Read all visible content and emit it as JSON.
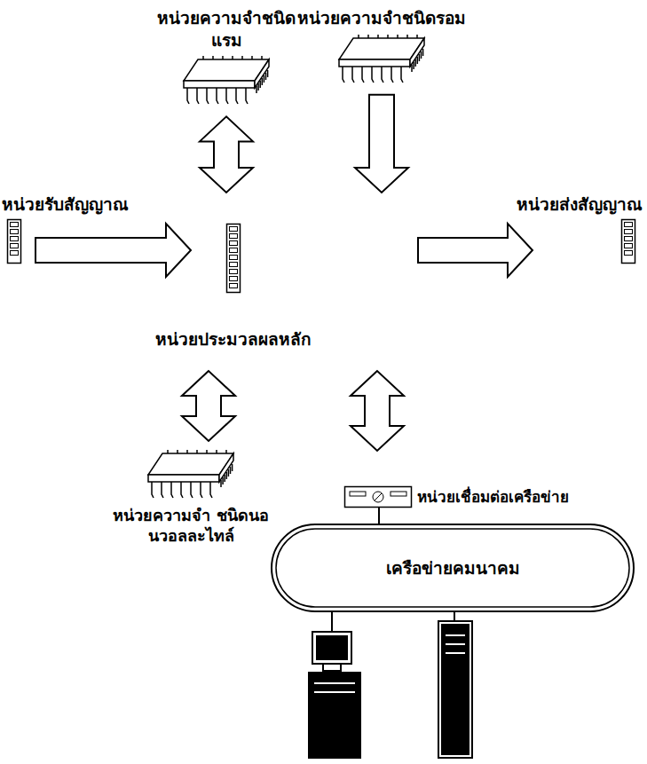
{
  "diagram": {
    "nodes": [
      {
        "text": [
          "หน่วยความจำชนิดแรม"
        ]
      },
      {
        "text": [
          "หน่วยความจำชนิดรอม"
        ]
      },
      {
        "text": [
          "หน่วยรับสัญญาณ"
        ]
      },
      {
        "text": [
          "หน่วยประมวลผลหลัก"
        ]
      },
      {
        "text": [
          "หน่วยส่งสัญญาณ"
        ]
      },
      {
        "text": [
          "หน่วยความจำ ชนิดนอนวอลละไทล์"
        ]
      },
      {
        "text": [
          "หน่วยเชื่อมต่อเครือข่าย"
        ]
      },
      {
        "text": [
          "เครือข่ายคมนาคม"
        ]
      }
    ],
    "edges": [
      {
        "from": 0,
        "to": 3,
        "arrow": "both"
      },
      {
        "from": 1,
        "to": 3,
        "arrow": "to"
      },
      {
        "from": 2,
        "to": 3,
        "arrow": "to"
      },
      {
        "from": 3,
        "to": 4,
        "arrow": "to"
      },
      {
        "from": 3,
        "to": 5,
        "arrow": "both"
      },
      {
        "from": 3,
        "to": 6,
        "arrow": "both"
      },
      {
        "from": 6,
        "to": 7,
        "arrow": "none"
      }
    ]
  }
}
